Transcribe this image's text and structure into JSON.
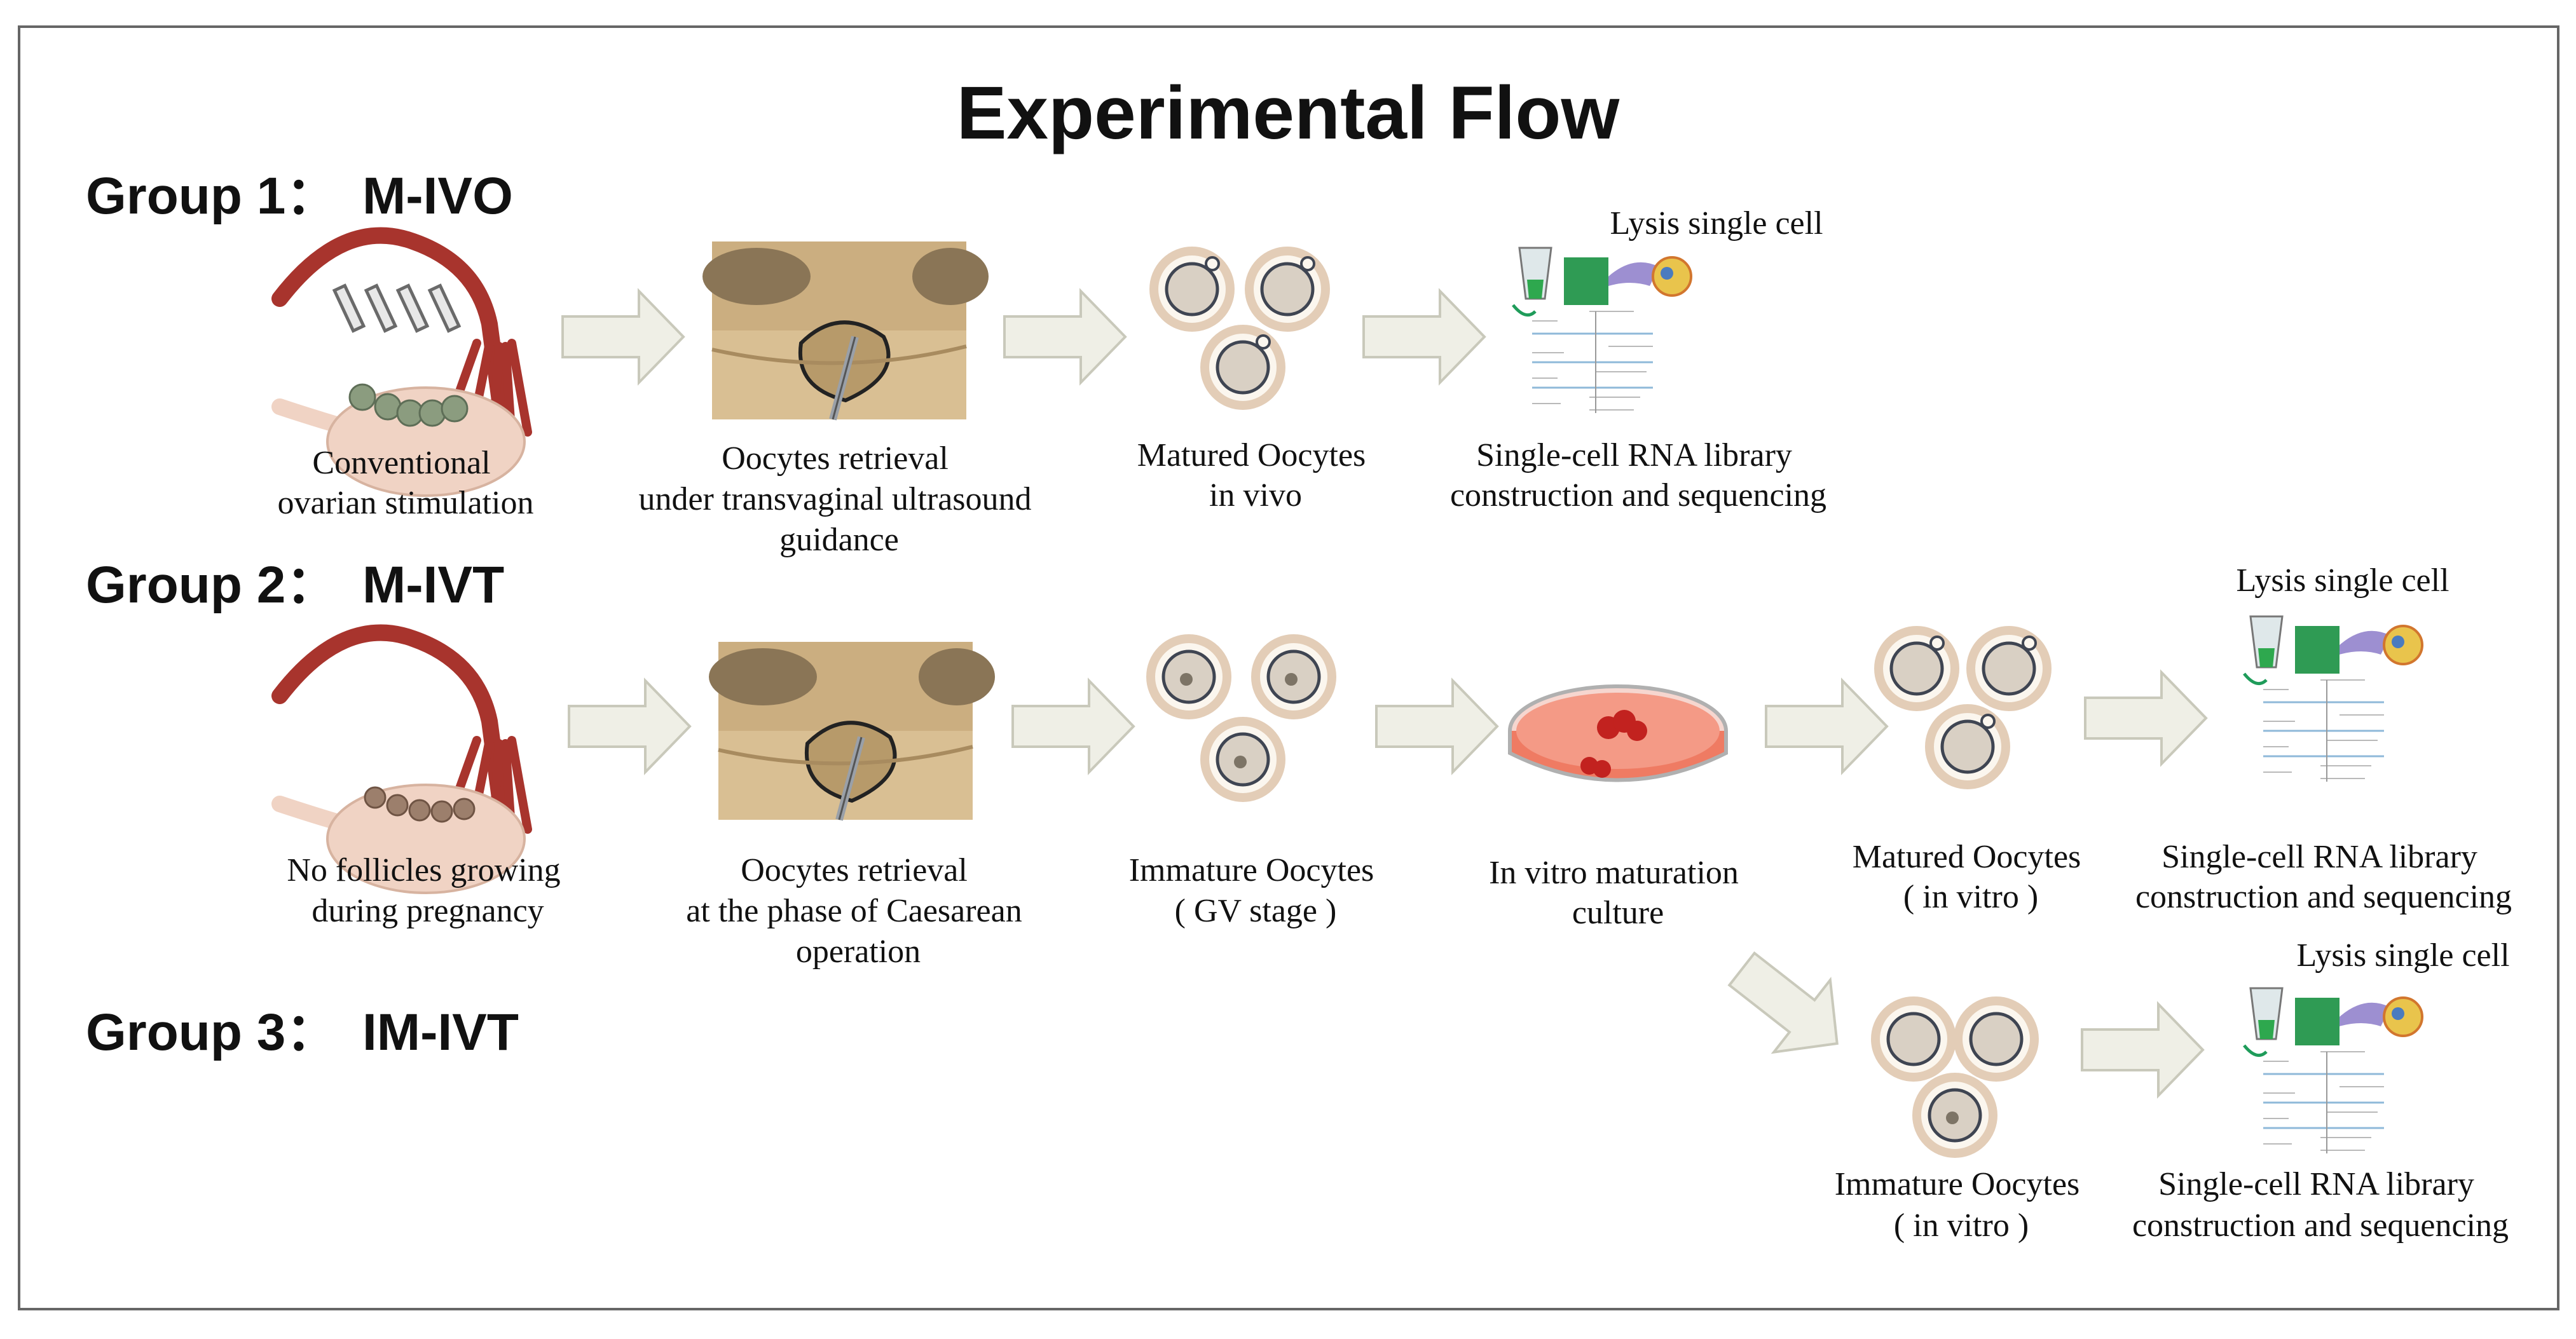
{
  "title": "Experimental Flow",
  "colors": {
    "arrow_fill": "#efefe6",
    "arrow_stroke": "#c9c9bb",
    "vessel": "#a8342d",
    "ovary": "#f0d3c4",
    "follicle": "#8b9c7f",
    "oocyte_ring": "#e6d2bd",
    "dish_medium": "#ef7b63",
    "frame": "#666666"
  },
  "groups": [
    {
      "label": "Group 1：",
      "name": "M-IVO",
      "captions": {
        "ovary": [
          "Conventional",
          "ovarian stimulation"
        ],
        "retrieval": [
          "Oocytes retrieval",
          "under transvaginal  ultrasound",
          "guidance"
        ],
        "oocytes": [
          "Matured Oocytes",
          "in vivo"
        ],
        "lysis": "Lysis single cell",
        "sequencing": [
          "Single-cell  RNA library",
          "construction and sequencing"
        ]
      }
    },
    {
      "label": "Group 2：",
      "name": "M-IVT",
      "captions": {
        "ovary": [
          "No follicles  growing",
          "during pregnancy"
        ],
        "retrieval": [
          "Oocytes retrieval",
          "at the phase of Caesarean",
          "operation"
        ],
        "oocytes": [
          "Immature Oocytes",
          "( GV stage )"
        ],
        "culture": [
          "In vitro  maturation",
          "culture"
        ],
        "matured": [
          "Matured Oocytes",
          "( in vitro )"
        ],
        "lysis": "Lysis single cell",
        "sequencing": [
          "Single-cell  RNA library",
          "construction and sequencing"
        ]
      }
    },
    {
      "label": "Group 3：",
      "name": "IM-IVT",
      "captions": {
        "immature": [
          "Immature Oocytes",
          "( in vitro )"
        ],
        "lysis": "Lysis single cell",
        "sequencing": [
          "Single-cell  RNA library",
          "construction and sequencing"
        ]
      }
    }
  ],
  "lysis_inset_label": "Lysis\nSingle Cell"
}
